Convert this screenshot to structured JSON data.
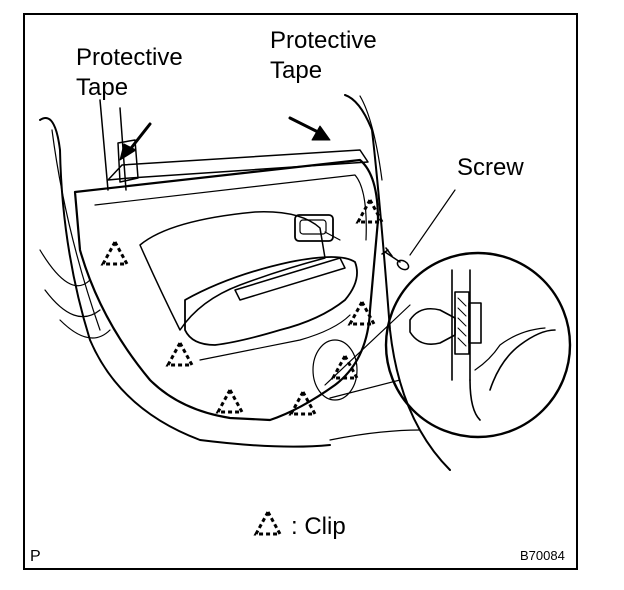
{
  "labels": {
    "protective_tape_left_line1": "Protective",
    "protective_tape_left_line2": "Tape",
    "protective_tape_right_line1": "Protective",
    "protective_tape_right_line2": "Tape",
    "screw": "Screw",
    "clip_legend": ": Clip",
    "corner_letter": "P",
    "figure_code": "B70084"
  },
  "icons": {
    "clip_marker": "dashed-triangle-icon",
    "arrow": "arrow-icon"
  }
}
